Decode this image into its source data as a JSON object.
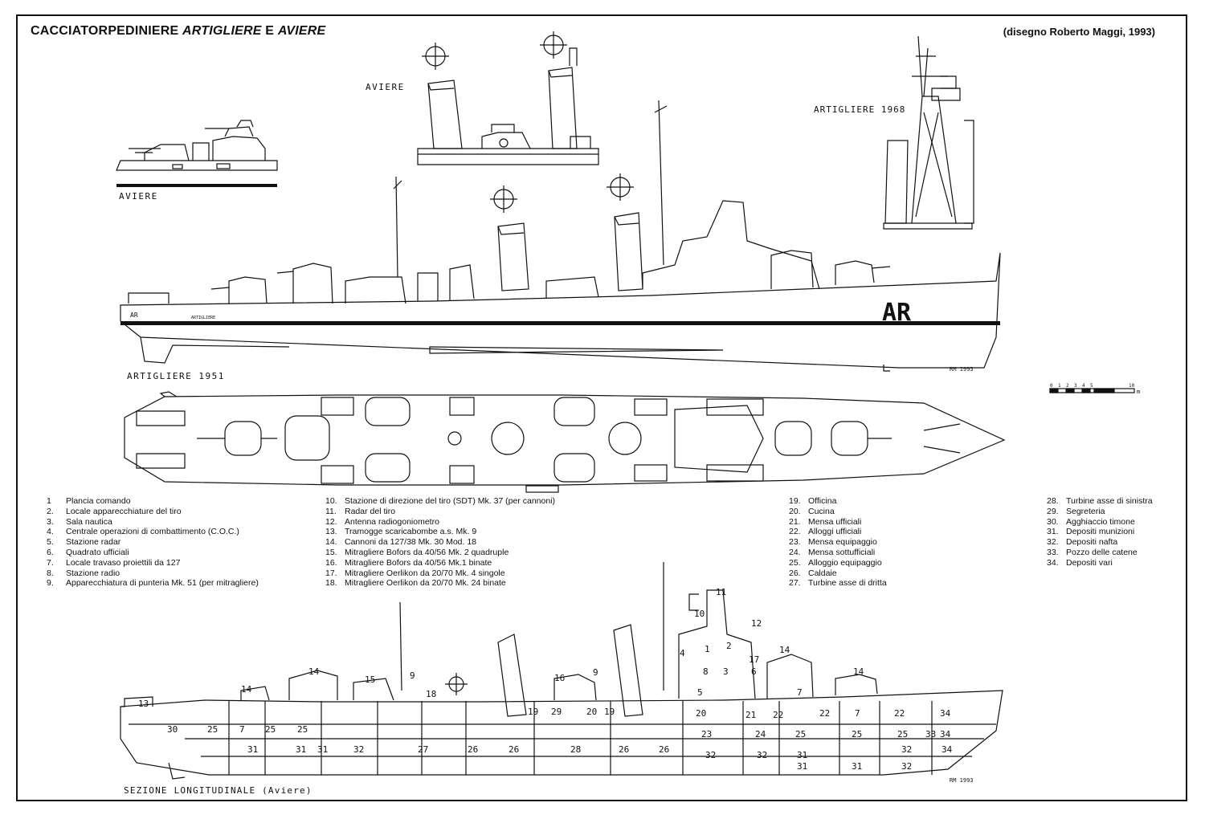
{
  "header": {
    "title_main": "CACCIATORPEDINIERE",
    "title_ship1": "ARTIGLIERE",
    "title_conj": "E",
    "title_ship2": "AVIERE",
    "credit": "(disegno Roberto Maggi, 1993)"
  },
  "drawing_labels": {
    "aviere_detail": "AVIERE",
    "aviere_side": "AVIERE",
    "artigliere_1968": "ARTIGLIERE 1968",
    "artigliere_1951": "ARTIGLIERE 1951",
    "hull_code": "AR",
    "stern_code": "AR",
    "stern_name": "ARTIGLIERE",
    "signature_top": "RM 1993",
    "signature_bottom": "RM 1993",
    "section_title": "SEZIONE LONGITUDINALE (Aviere)",
    "scale_ticks": [
      "0",
      "1",
      "2",
      "3",
      "4",
      "5",
      "10"
    ],
    "scale_unit": "m"
  },
  "section_numbers": [
    "13",
    "30",
    "25",
    "7",
    "25",
    "25",
    "31",
    "31",
    "31",
    "32",
    "27",
    "26",
    "26",
    "28",
    "26",
    "26",
    "14",
    "15",
    "9",
    "18",
    "19",
    "29",
    "20",
    "19",
    "16",
    "9",
    "11",
    "10",
    "12",
    "4",
    "8",
    "3",
    "1",
    "2",
    "17",
    "5",
    "20",
    "21",
    "22",
    "6",
    "7",
    "14",
    "22",
    "7",
    "22",
    "34",
    "23",
    "24",
    "25",
    "25",
    "25",
    "33",
    "34",
    "32",
    "32",
    "31",
    "31",
    "31",
    "32",
    "32",
    "34",
    "14",
    "14"
  ],
  "legend": {
    "col1": [
      {
        "n": "1",
        "text": "Plancia comando"
      },
      {
        "n": "2.",
        "text": "Locale apparecchiature del tiro"
      },
      {
        "n": "3.",
        "text": "Sala nautica"
      },
      {
        "n": "4.",
        "text": "Centrale operazioni di combattimento (C.O.C.)"
      },
      {
        "n": "5.",
        "text": "Stazione radar"
      },
      {
        "n": "6.",
        "text": "Quadrato ufficiali"
      },
      {
        "n": "7.",
        "text": "Locale travaso proiettili da 127"
      },
      {
        "n": "8.",
        "text": "Stazione radio"
      },
      {
        "n": "9.",
        "text": "Apparecchiatura di punteria Mk. 51 (per mitragliere)"
      }
    ],
    "col2": [
      {
        "n": "10.",
        "text": "Stazione di direzione del tiro (SDT) Mk. 37 (per cannoni)"
      },
      {
        "n": "11.",
        "text": "Radar del tiro"
      },
      {
        "n": "12.",
        "text": "Antenna radiogoniometro"
      },
      {
        "n": "13.",
        "text": "Tramogge scaricabombe a.s. Mk. 9"
      },
      {
        "n": "14.",
        "text": "Cannoni da 127/38 Mk. 30 Mod. 18"
      },
      {
        "n": "15.",
        "text": "Mitragliere Bofors da 40/56 Mk. 2 quadruple"
      },
      {
        "n": "16.",
        "text": "Mitragliere Bofors da 40/56 Mk.1 binate"
      },
      {
        "n": "17.",
        "text": "Mitragliere Oerlikon da 20/70 Mk. 4 singole"
      },
      {
        "n": "18.",
        "text": "Mitragliere Oerlikon da 20/70 Mk. 24 binate"
      }
    ],
    "col3": [
      {
        "n": "19.",
        "text": "Officina"
      },
      {
        "n": "20.",
        "text": "Cucina"
      },
      {
        "n": "21.",
        "text": "Mensa ufficiali"
      },
      {
        "n": "22.",
        "text": "Alloggi ufficiali"
      },
      {
        "n": "23.",
        "text": "Mensa equipaggio"
      },
      {
        "n": "24.",
        "text": "Mensa sottufficiali"
      },
      {
        "n": "25.",
        "text": "Alloggio equipaggio"
      },
      {
        "n": "26.",
        "text": "Caldaie"
      },
      {
        "n": "27.",
        "text": "Turbine asse di dritta"
      }
    ],
    "col4": [
      {
        "n": "28.",
        "text": "Turbine asse di sinistra"
      },
      {
        "n": "29.",
        "text": "Segreteria"
      },
      {
        "n": "30.",
        "text": "Agghiaccio timone"
      },
      {
        "n": "31.",
        "text": "Depositi munizioni"
      },
      {
        "n": "32.",
        "text": "Depositi nafta"
      },
      {
        "n": "33.",
        "text": "Pozzo delle catene"
      },
      {
        "n": "34.",
        "text": "Depositi vari"
      }
    ]
  }
}
